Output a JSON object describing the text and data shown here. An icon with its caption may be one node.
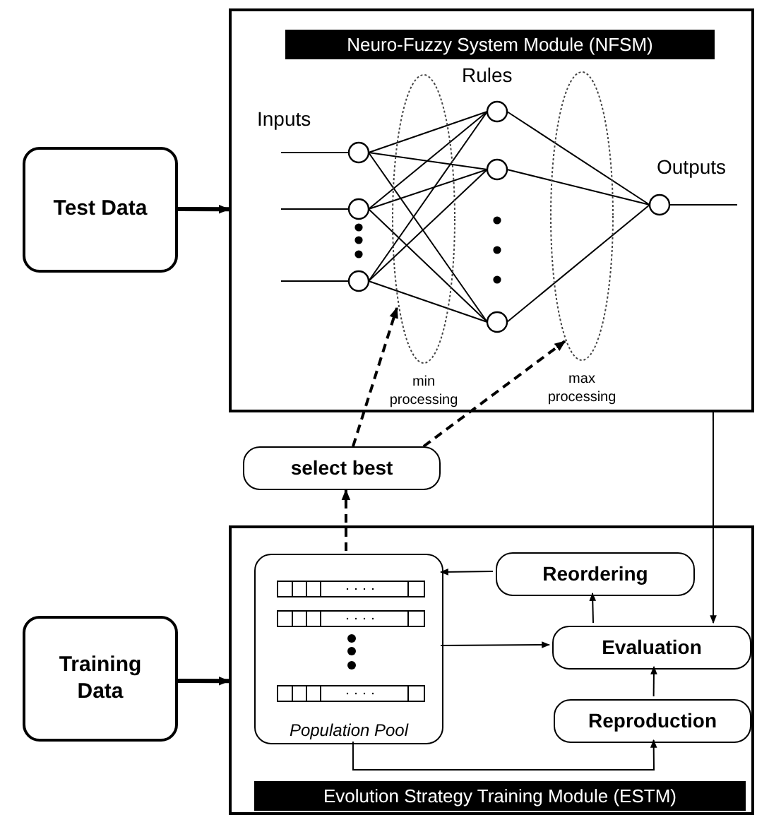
{
  "diagram": {
    "nodes": [
      {
        "text": [
          "Test Data"
        ]
      },
      {
        "text": [
          "Neuro-Fuzzy System Module (NFSM)"
        ]
      },
      {
        "text": [
          "min processing"
        ],
        "in": 1
      },
      {
        "text": [
          "max processing"
        ],
        "in": 1
      },
      {
        "text": [
          "select best"
        ]
      },
      {
        "text": [
          "Training Data"
        ]
      },
      {
        "text": [
          "Evolution Strategy Training Module (ESTM)"
        ]
      },
      {
        "text": [
          "Population Pool"
        ],
        "in": 6
      },
      {
        "text": [
          "Reordering"
        ],
        "in": 6
      },
      {
        "text": [
          "Evaluation"
        ],
        "in": 6
      },
      {
        "text": [
          "Reproduction"
        ],
        "in": 6
      }
    ],
    "edges": [
      {
        "from": 0,
        "to": 1,
        "arrow": "to",
        "style": "thick"
      },
      {
        "from": 5,
        "to": 6,
        "arrow": "to",
        "style": "thick"
      },
      {
        "from": 7,
        "to": 4,
        "arrow": "to",
        "style": "dashed"
      },
      {
        "from": 4,
        "to": 2,
        "arrow": "to",
        "style": "dashed"
      },
      {
        "from": 4,
        "to": 3,
        "arrow": "to",
        "style": "dashed"
      },
      {
        "from": 1,
        "to": 9,
        "arrow": "to"
      },
      {
        "from": 9,
        "to": 8,
        "arrow": "to"
      },
      {
        "from": 8,
        "to": 7,
        "arrow": "to"
      },
      {
        "from": 7,
        "to": 9,
        "arrow": "to"
      },
      {
        "from": 10,
        "to": 9,
        "arrow": "to"
      },
      {
        "from": 7,
        "to": 10,
        "arrow": "to"
      }
    ],
    "labels": [
      "Inputs",
      "Rules",
      "Outputs"
    ]
  }
}
